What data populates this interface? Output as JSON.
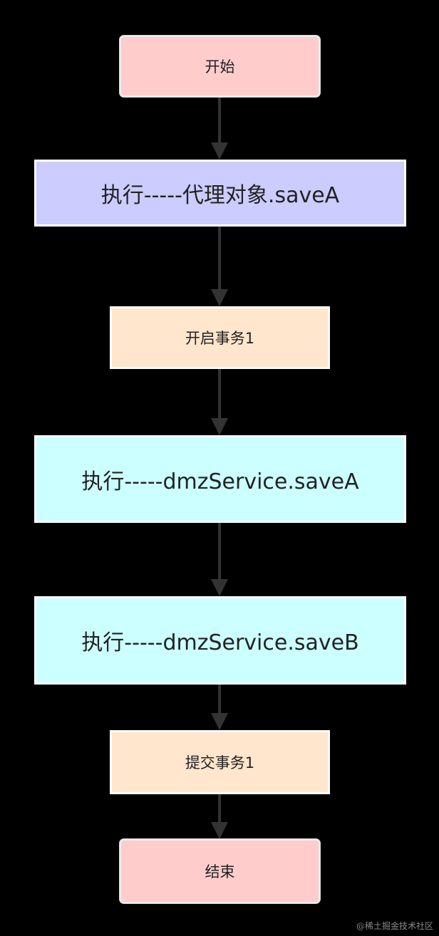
{
  "diagram": {
    "nodes": [
      {
        "id": "start",
        "label": "开始",
        "color": "#ffcccc"
      },
      {
        "id": "exec-proxy",
        "label": "执行-----代理对象.saveA",
        "color": "#ccccff"
      },
      {
        "id": "begin-tx",
        "label": "开启事务1",
        "color": "#ffe6cc"
      },
      {
        "id": "exec-saveA",
        "label": "执行-----dmzService.saveA",
        "color": "#ccffff"
      },
      {
        "id": "exec-saveB",
        "label": "执行-----dmzService.saveB",
        "color": "#ccffff"
      },
      {
        "id": "commit-tx",
        "label": "提交事务1",
        "color": "#ffe6cc"
      },
      {
        "id": "end",
        "label": "结束",
        "color": "#ffcccc"
      }
    ],
    "edges": [
      {
        "from": "start",
        "to": "exec-proxy"
      },
      {
        "from": "exec-proxy",
        "to": "begin-tx"
      },
      {
        "from": "begin-tx",
        "to": "exec-saveA"
      },
      {
        "from": "exec-saveA",
        "to": "exec-saveB"
      },
      {
        "from": "exec-saveB",
        "to": "commit-tx"
      },
      {
        "from": "commit-tx",
        "to": "end"
      }
    ],
    "edge_color": "#333333"
  },
  "watermark": "@稀土掘金技术社区"
}
